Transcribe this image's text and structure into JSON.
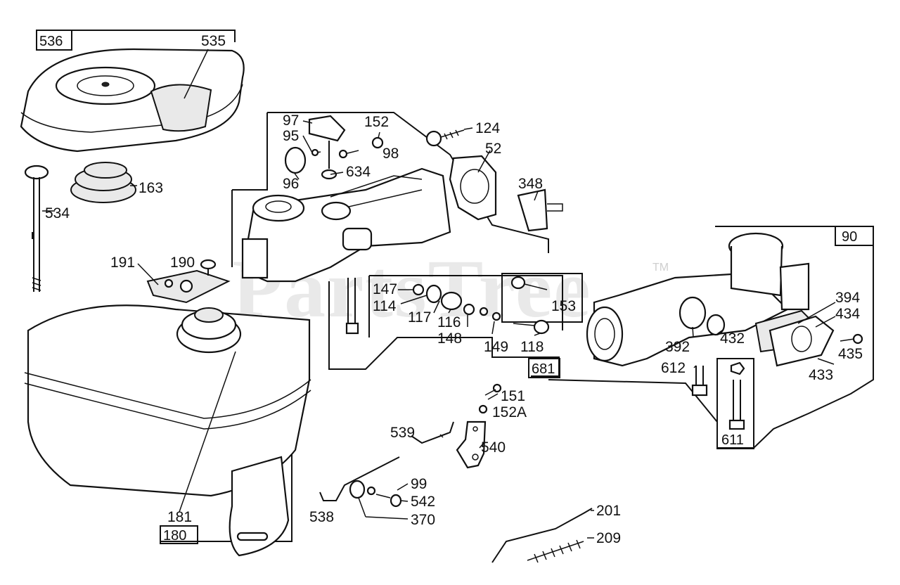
{
  "watermark": {
    "text": "PartsTree",
    "trademark": "TM"
  },
  "boxed_labels": [
    "536",
    "681",
    "90",
    "611",
    "180"
  ],
  "part_labels": {
    "p535": "535",
    "p534": "534",
    "p163": "163",
    "p191": "191",
    "p190": "190",
    "p181": "181",
    "p97": "97",
    "p95": "95",
    "p152": "152",
    "p98": "98",
    "p96": "96",
    "p634": "634",
    "p124": "124",
    "p52": "52",
    "p348": "348",
    "p147": "147",
    "p114": "114",
    "p117": "117",
    "p116": "116",
    "p148": "148",
    "p149": "149",
    "p118": "118",
    "p153": "153",
    "p394": "394",
    "p434": "434",
    "p435": "435",
    "p433": "433",
    "p392": "392",
    "p432": "432",
    "p612": "612",
    "p151": "151",
    "p152A": "152A",
    "p539": "539",
    "p540": "540",
    "p99": "99",
    "p542": "542",
    "p538": "538",
    "p370": "370",
    "p201": "201",
    "p209": "209"
  }
}
